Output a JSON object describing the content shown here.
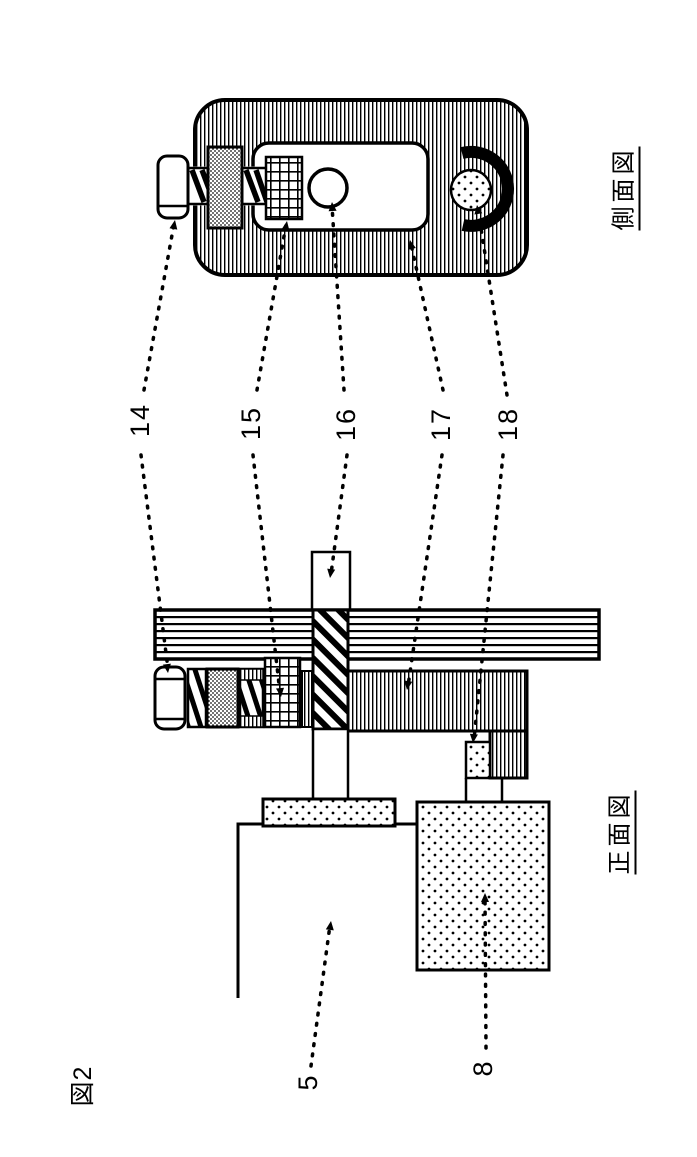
{
  "figure": {
    "number": "図2",
    "views": {
      "side": {
        "label": "側面図"
      },
      "front": {
        "label": "正面図"
      }
    },
    "reference_numerals": {
      "n14": "14",
      "n15": "15",
      "n16": "16",
      "n17": "17",
      "n18": "18",
      "n5": "5",
      "n8": "8"
    }
  },
  "colors": {
    "ink": "#000000",
    "paper": "#ffffff"
  }
}
